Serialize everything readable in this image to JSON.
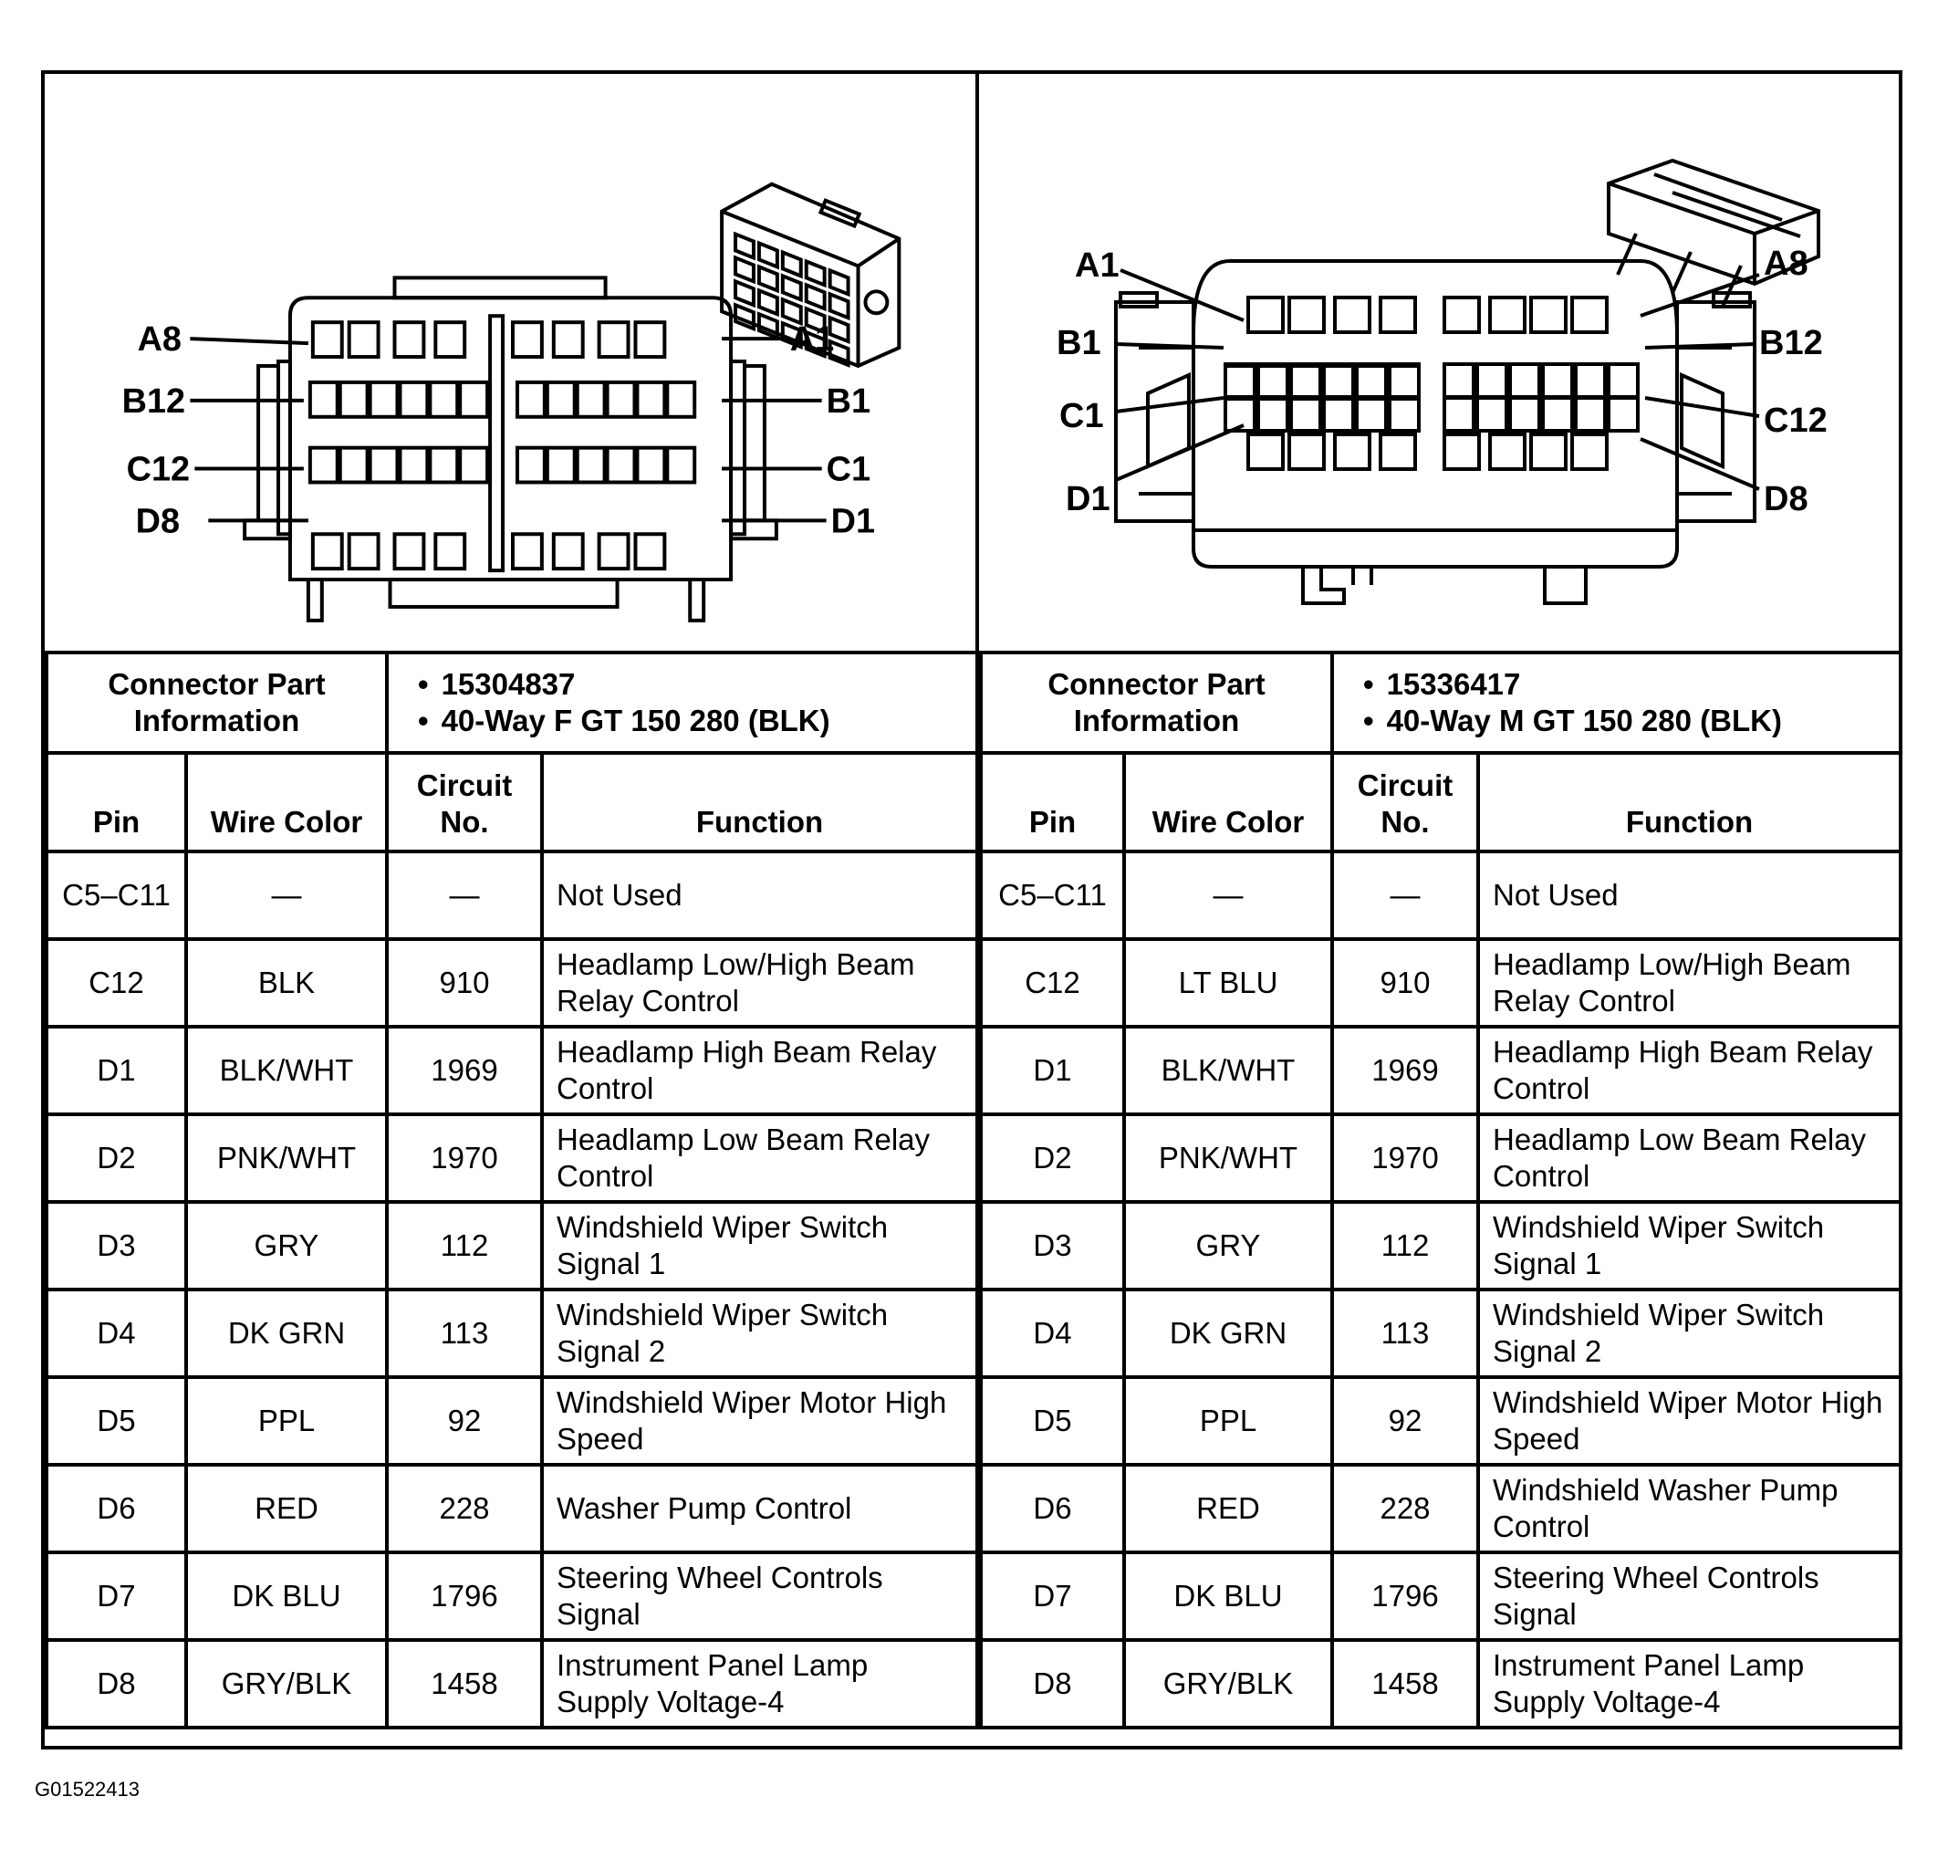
{
  "figure_id": "G01522413",
  "left": {
    "labels": {
      "a8": "A8",
      "a1": "A1",
      "b12": "B12",
      "b1": "B1",
      "c12": "C12",
      "c1": "C1",
      "d8": "D8",
      "d1": "D1"
    },
    "info_label": "Connector Part Information",
    "info_items": [
      "15304837",
      "40-Way F GT 150 280 (BLK)"
    ],
    "headers": {
      "pin": "Pin",
      "wire": "Wire Color",
      "circuit": "Circuit No.",
      "function": "Function"
    },
    "rows": [
      {
        "pin": "C5–C11",
        "wire": "—",
        "circuit": "—",
        "function": "Not Used"
      },
      {
        "pin": "C12",
        "wire": "BLK",
        "circuit": "910",
        "function": "Headlamp Low/High Beam Relay Control"
      },
      {
        "pin": "D1",
        "wire": "BLK/WHT",
        "circuit": "1969",
        "function": "Headlamp High Beam Relay Control"
      },
      {
        "pin": "D2",
        "wire": "PNK/WHT",
        "circuit": "1970",
        "function": "Headlamp Low Beam Relay Control"
      },
      {
        "pin": "D3",
        "wire": "GRY",
        "circuit": "112",
        "function": "Windshield Wiper Switch Signal 1"
      },
      {
        "pin": "D4",
        "wire": "DK GRN",
        "circuit": "113",
        "function": "Windshield Wiper Switch Signal 2"
      },
      {
        "pin": "D5",
        "wire": "PPL",
        "circuit": "92",
        "function": "Windshield Wiper Motor High Speed"
      },
      {
        "pin": "D6",
        "wire": "RED",
        "circuit": "228",
        "function": "Washer Pump Control"
      },
      {
        "pin": "D7",
        "wire": "DK BLU",
        "circuit": "1796",
        "function": "Steering Wheel Controls Signal"
      },
      {
        "pin": "D8",
        "wire": "GRY/BLK",
        "circuit": "1458",
        "function": "Instrument Panel Lamp Supply Voltage-4"
      }
    ]
  },
  "right": {
    "labels": {
      "a1": "A1",
      "a8": "A8",
      "b1": "B1",
      "b12": "B12",
      "c1": "C1",
      "c12": "C12",
      "d1": "D1",
      "d8": "D8"
    },
    "info_label": "Connector Part Information",
    "info_items": [
      "15336417",
      "40-Way M GT 150 280 (BLK)"
    ],
    "headers": {
      "pin": "Pin",
      "wire": "Wire Color",
      "circuit": "Circuit No.",
      "function": "Function"
    },
    "rows": [
      {
        "pin": "C5–C11",
        "wire": "—",
        "circuit": "—",
        "function": "Not Used"
      },
      {
        "pin": "C12",
        "wire": "LT BLU",
        "circuit": "910",
        "function": "Headlamp Low/High Beam Relay Control"
      },
      {
        "pin": "D1",
        "wire": "BLK/WHT",
        "circuit": "1969",
        "function": "Headlamp High Beam Relay Control"
      },
      {
        "pin": "D2",
        "wire": "PNK/WHT",
        "circuit": "1970",
        "function": "Headlamp Low Beam Relay Control"
      },
      {
        "pin": "D3",
        "wire": "GRY",
        "circuit": "112",
        "function": "Windshield Wiper Switch Signal 1"
      },
      {
        "pin": "D4",
        "wire": "DK GRN",
        "circuit": "113",
        "function": "Windshield Wiper Switch Signal 2"
      },
      {
        "pin": "D5",
        "wire": "PPL",
        "circuit": "92",
        "function": "Windshield Wiper Motor High Speed"
      },
      {
        "pin": "D6",
        "wire": "RED",
        "circuit": "228",
        "function": "Windshield Washer Pump Control"
      },
      {
        "pin": "D7",
        "wire": "DK BLU",
        "circuit": "1796",
        "function": "Steering Wheel Controls Signal"
      },
      {
        "pin": "D8",
        "wire": "GRY/BLK",
        "circuit": "1458",
        "function": "Instrument Panel Lamp Supply Voltage-4"
      }
    ]
  }
}
